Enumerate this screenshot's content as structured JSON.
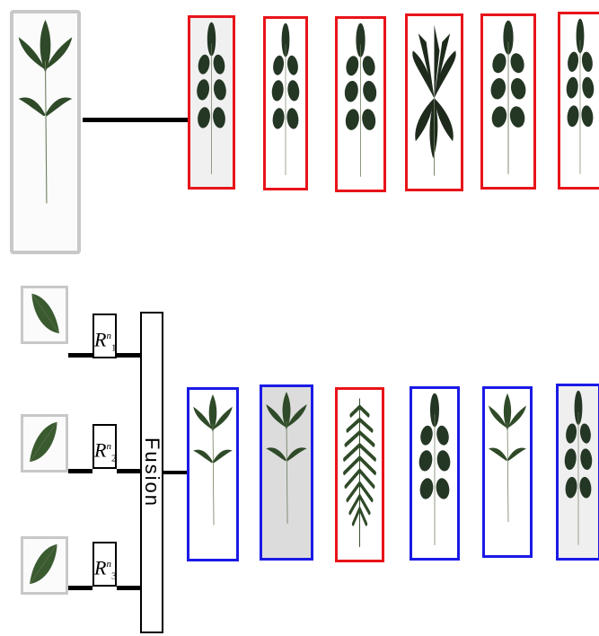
{
  "fusion_label": "Fusion",
  "region_symbols": [
    {
      "base": "R",
      "sup": "n",
      "sub": "1"
    },
    {
      "base": "R",
      "sup": "n",
      "sub": "2"
    },
    {
      "base": "R",
      "sup": "n",
      "sub": "3"
    }
  ],
  "colors": {
    "incorrect": "#e8141a",
    "correct": "#1a1ae6",
    "leaf": "#2f4a28",
    "dark_leaf": "#1e2a1c"
  }
}
